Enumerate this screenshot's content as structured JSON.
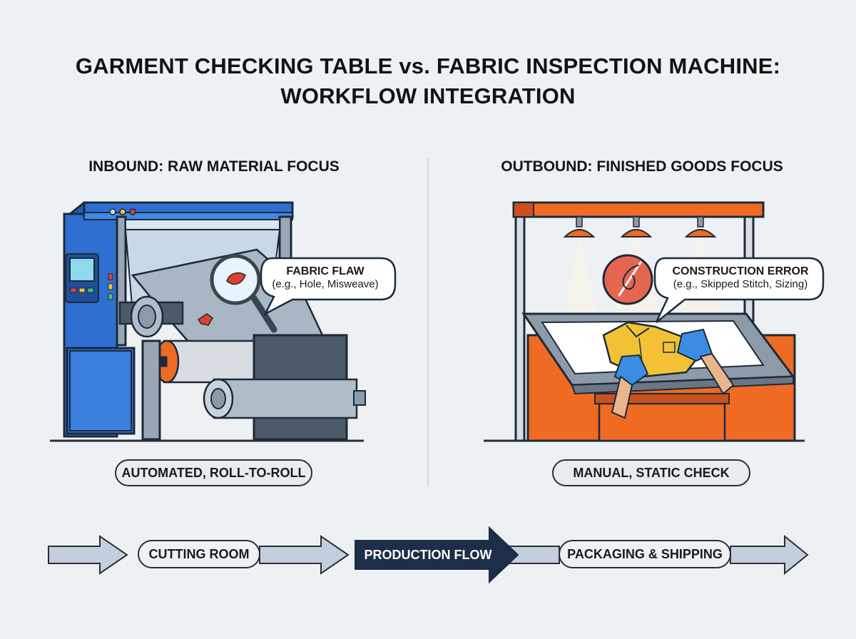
{
  "title": {
    "line1": "GARMENT CHECKING TABLE vs. FABRIC INSPECTION MACHINE:",
    "line2": "WORKFLOW INTEGRATION"
  },
  "inbound": {
    "heading": "INBOUND: RAW MATERIAL FOCUS",
    "callout_title": "FABRIC FLAW",
    "callout_detail": "(e.g., Hole, Misweave)",
    "mode": "AUTOMATED, ROLL-TO-ROLL"
  },
  "outbound": {
    "heading": "OUTBOUND: FINISHED GOODS FOCUS",
    "callout_title": "CONSTRUCTION ERROR",
    "callout_detail": "(e.g., Skipped Stitch, Sizing)",
    "mode": "MANUAL, STATIC CHECK"
  },
  "flow": {
    "stage1": "CUTTING ROOM",
    "stage2": "PRODUCTION FLOW",
    "stage3": "PACKAGING & SHIPPING"
  },
  "colors": {
    "machine_blue": "#2f6fd1",
    "table_orange": "#ef6a22",
    "flaw_red": "#e0412f",
    "flow_dark": "#1e2d48",
    "flow_light": "#c3cfdc"
  }
}
